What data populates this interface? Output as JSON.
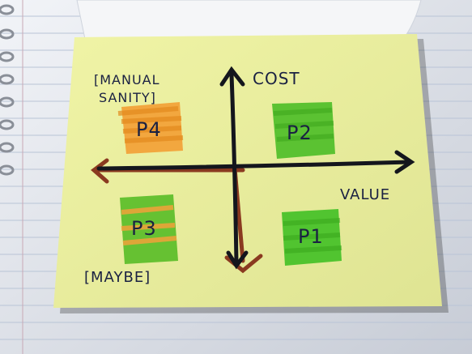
{
  "photo": {
    "subject": "sticky-note",
    "labels": {
      "y_axis": "COST",
      "x_axis": "VALUE",
      "top_left_note_line1": "[MANUAL",
      "top_left_note_line2": "SANITY]",
      "bottom_left_note": "[MAYBE]"
    },
    "quadrants": [
      {
        "label": "P4",
        "color": "#f2a23a"
      },
      {
        "label": "P2",
        "color": "#53c02c"
      },
      {
        "label": "P3",
        "color": "#5fbf2c"
      },
      {
        "label": "P1",
        "color": "#49c22a"
      }
    ],
    "colors": {
      "note": "#e9ee9a",
      "paper": "#dfe3ea",
      "ink": "#1a2142",
      "arrow_brown": "#8a3a20"
    }
  }
}
